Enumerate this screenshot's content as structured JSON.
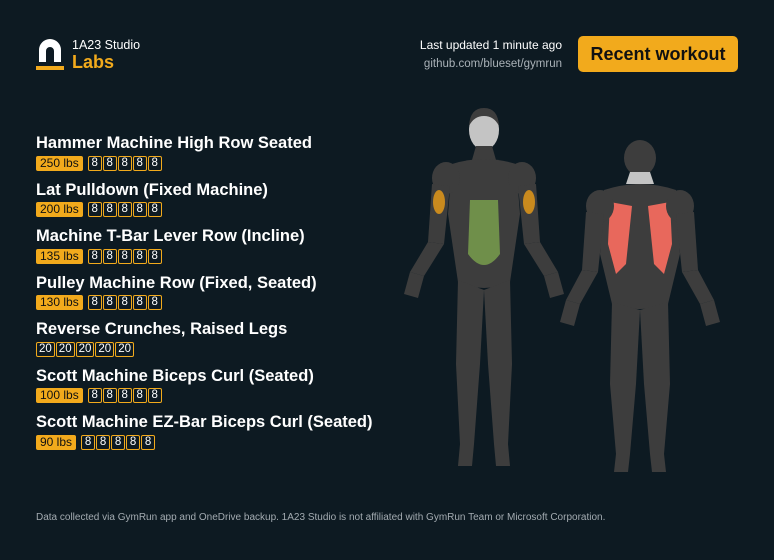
{
  "brand": {
    "studio": "1A23 Studio",
    "labs": "Labs",
    "logo_icon": "arch-logo-icon"
  },
  "header": {
    "last_updated": "Last updated 1 minute ago",
    "repo": "github.com/blueset/gymrun",
    "recent_button": "Recent workout"
  },
  "workouts": [
    {
      "name": "Hammer Machine High Row Seated",
      "weight": "250 lbs",
      "reps": [
        "8",
        "8",
        "8",
        "8",
        "8"
      ]
    },
    {
      "name": "Lat Pulldown (Fixed Machine)",
      "weight": "200 lbs",
      "reps": [
        "8",
        "8",
        "8",
        "8",
        "8"
      ]
    },
    {
      "name": "Machine T-Bar Lever Row (Incline)",
      "weight": "135 lbs",
      "reps": [
        "8",
        "8",
        "8",
        "8",
        "8"
      ]
    },
    {
      "name": "Pulley Machine Row (Fixed, Seated)",
      "weight": "130 lbs",
      "reps": [
        "8",
        "8",
        "8",
        "8",
        "8"
      ]
    },
    {
      "name": "Reverse Crunches, Raised Legs",
      "weight": null,
      "reps": [
        "20",
        "20",
        "20",
        "20",
        "20"
      ]
    },
    {
      "name": "Scott Machine Biceps Curl (Seated)",
      "weight": "100 lbs",
      "reps": [
        "8",
        "8",
        "8",
        "8",
        "8"
      ]
    },
    {
      "name": "Scott Machine EZ-Bar Biceps Curl (Seated)",
      "weight": "90 lbs",
      "reps": [
        "8",
        "8",
        "8",
        "8",
        "8"
      ]
    }
  ],
  "muscle_map": {
    "front_highlights": {
      "biceps": "#c98a1e",
      "abs": "#6f8f4a"
    },
    "back_highlights": {
      "lats": "#e8685c"
    },
    "body_color": "#3d3d3d",
    "head_color": "#c4c4c4"
  },
  "footer": {
    "text": "Data collected via GymRun app and OneDrive backup. 1A23 Studio is not affiliated with GymRun Team or Microsoft Corporation."
  }
}
